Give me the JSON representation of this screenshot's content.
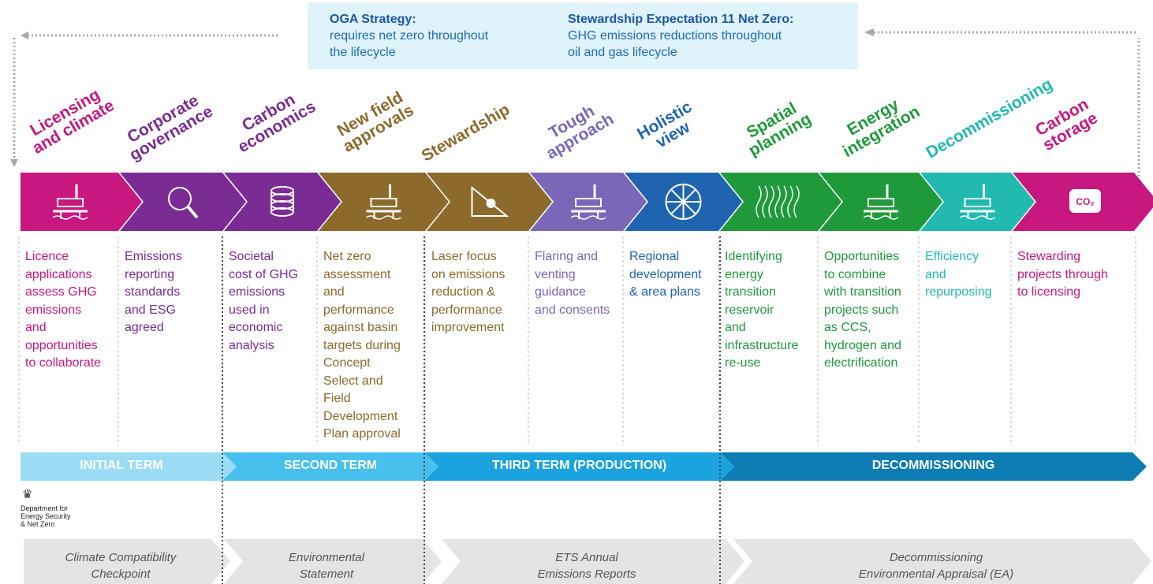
{
  "header": {
    "oga_title": "OGA Strategy:",
    "oga_line1": "requires net zero throughout",
    "oga_line2": "the lifecycle",
    "se_title": "Stewardship Expectation 11 Net Zero:",
    "se_line1": "GHG emissions reductions throughout",
    "se_line2": "oil and gas lifecycle"
  },
  "stages": [
    {
      "title": [
        "Licensing",
        "and climate"
      ],
      "color": "#c8177e",
      "icon": "drilling-rig-icon",
      "desc": [
        "Licence",
        "applications",
        "assess GHG",
        "emissions",
        "and",
        "opportunities",
        "to collaborate"
      ]
    },
    {
      "title": [
        "Corporate",
        "governance"
      ],
      "color": "#7a2c94",
      "icon": "magnifier-chart-icon",
      "desc": [
        "Emissions",
        "reporting",
        "standards",
        "and ESG",
        "agreed"
      ]
    },
    {
      "title": [
        "Carbon",
        "economics"
      ],
      "color": "#7a2c94",
      "icon": "coin-stack-icon",
      "desc": [
        "Societal",
        "cost of GHG",
        "emissions",
        "used in",
        "economic",
        "analysis"
      ]
    },
    {
      "title": [
        "New field",
        "approvals"
      ],
      "color": "#8c6a2c",
      "icon": "offshore-platform-icon",
      "desc": [
        "Net zero",
        "assessment",
        "and",
        "performance",
        "against basin",
        "targets during",
        "Concept",
        "Select and",
        "Field",
        "Development",
        "Plan approval"
      ]
    },
    {
      "title": [
        "Stewardship"
      ],
      "color": "#8c6a2c",
      "icon": "co2-slope-icon",
      "desc": [
        "Laser focus",
        "on emissions",
        "reduction &",
        "performance",
        "improvement"
      ]
    },
    {
      "title": [
        "Tough",
        "approach"
      ],
      "color": "#7b67b8",
      "icon": "flare-platform-icon",
      "desc": [
        "Flaring and",
        "venting",
        "guidance",
        "and consents"
      ]
    },
    {
      "title": [
        "Holistic",
        "view"
      ],
      "color": "#1f64b0",
      "icon": "network-globe-icon",
      "desc": [
        "Regional",
        "development",
        "& area plans"
      ]
    },
    {
      "title": [
        "Spatial",
        "planning"
      ],
      "color": "#1e9a3a",
      "icon": "seismic-waves-icon",
      "desc": [
        "Identifying",
        "energy",
        "transition",
        "reservoir",
        "and",
        "infrastructure",
        "re-use"
      ]
    },
    {
      "title": [
        "Energy",
        "integration"
      ],
      "color": "#1e9a3a",
      "icon": "wind-turbine-platform-icon",
      "desc": [
        "Opportunities",
        "to combine",
        "with transition",
        "projects such",
        "as CCS,",
        "hydrogen and",
        "electrification"
      ]
    },
    {
      "title": [
        "Decommissioning"
      ],
      "color": "#21b9b0",
      "icon": "crane-vessel-icon",
      "desc": [
        "Efficiency",
        "and",
        "repurposing"
      ]
    },
    {
      "title": [
        "Carbon",
        "storage"
      ],
      "color": "#c8177e",
      "icon": "co2-cloud-icon",
      "desc": [
        "Stewarding",
        "projects through",
        "to licensing"
      ]
    }
  ],
  "terms": [
    {
      "label": "INITIAL TERM",
      "color": "#9bdcf5"
    },
    {
      "label": "SECOND TERM",
      "color": "#47c0ee"
    },
    {
      "label": "THIRD TERM (PRODUCTION)",
      "color": "#1aa3df"
    },
    {
      "label": "DECOMMISSIONING",
      "color": "#0d7db3"
    }
  ],
  "logo": {
    "line1": "Department for",
    "line2": "Energy Security",
    "line3": "& Net Zero"
  },
  "reports": [
    {
      "line1": "Climate Compatibility",
      "line2": "Checkpoint"
    },
    {
      "line1": "Environmental",
      "line2": "Statement"
    },
    {
      "line1": "ETS Annual",
      "line2": "Emissions Reports"
    },
    {
      "line1": "Decommissioning",
      "line2": "Environmental Appraisal (EA)"
    }
  ]
}
